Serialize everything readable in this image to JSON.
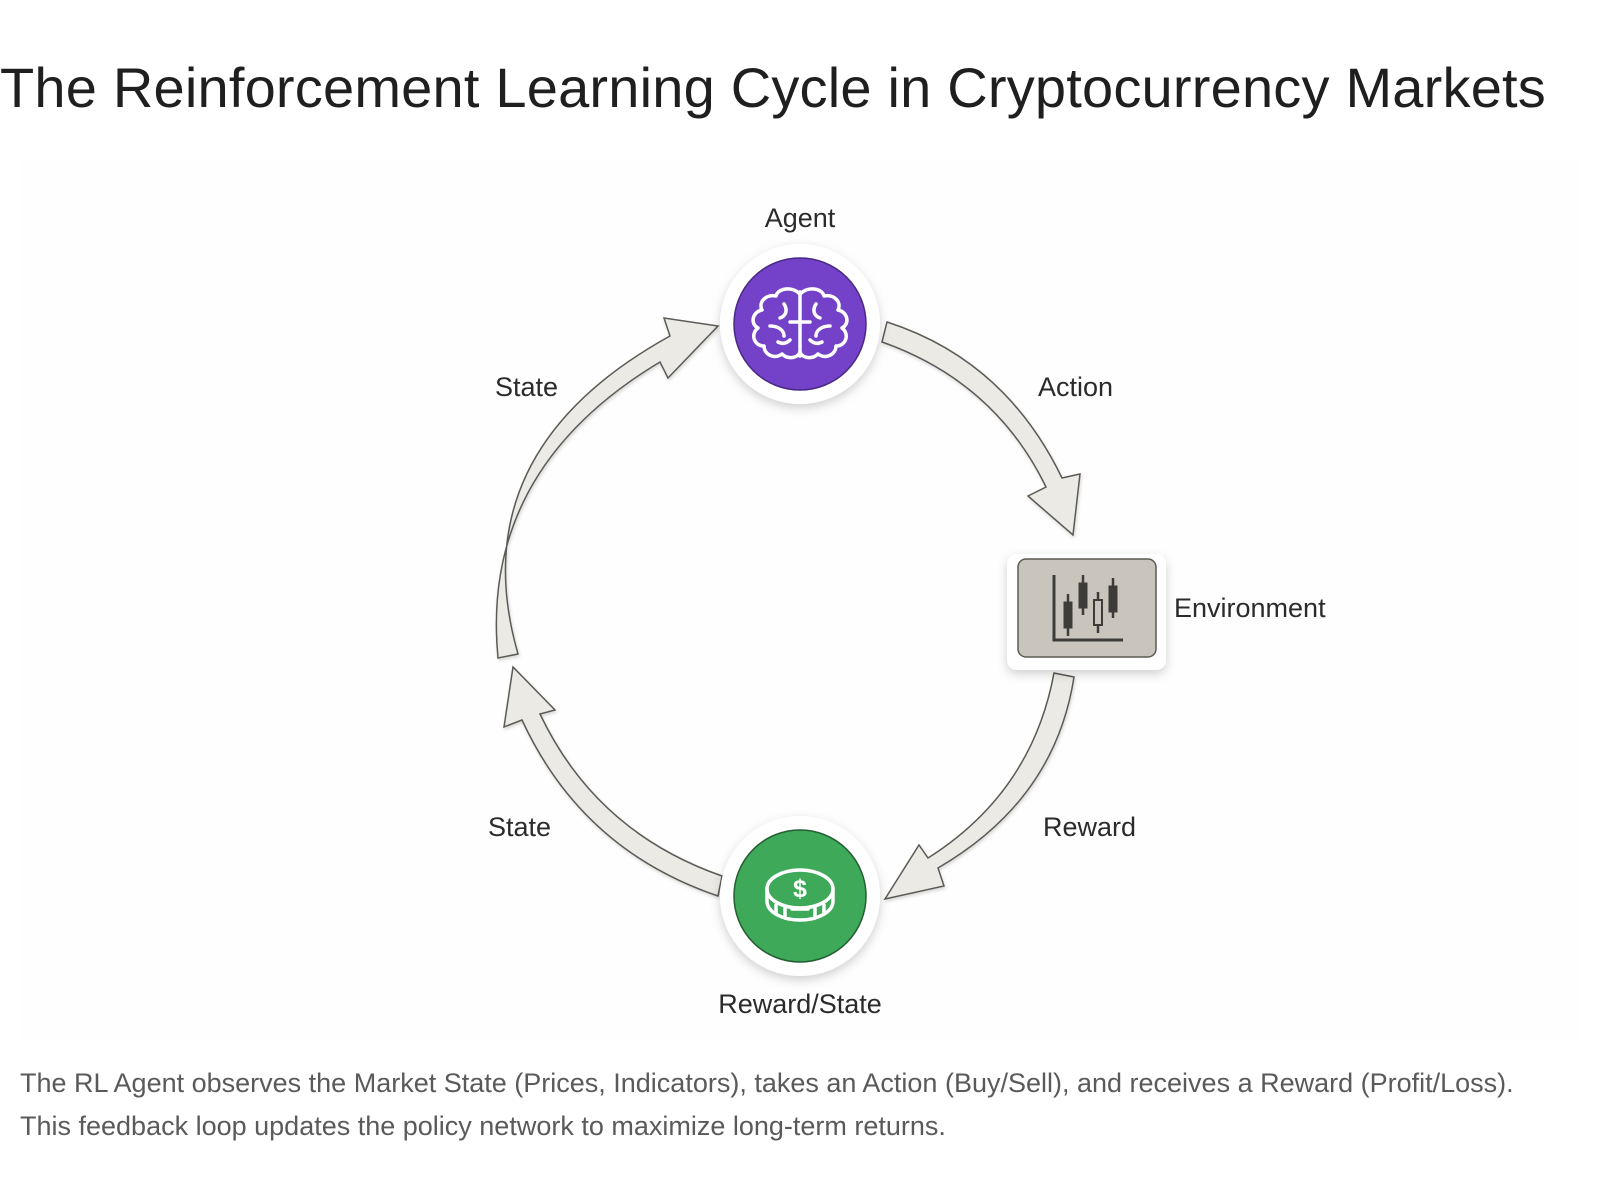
{
  "title": "The Reinforcement Learning Cycle in Cryptocurrency Markets",
  "diagram": {
    "type": "cycle",
    "nodes": [
      {
        "id": "agent",
        "label": "Agent",
        "icon": "brain-icon",
        "color": "#7442c8"
      },
      {
        "id": "environment",
        "label": "Environment",
        "icon": "candlestick-chart-icon",
        "color": "#c9c5bd"
      },
      {
        "id": "reward",
        "label": "Reward/State",
        "icon": "coin-dollar-icon",
        "color": "#3fa95a"
      }
    ],
    "edges": [
      {
        "from": "agent",
        "to": "environment",
        "label": "Action"
      },
      {
        "from": "environment",
        "to": "reward",
        "label": "Reward"
      },
      {
        "from": "reward",
        "to": "agent",
        "label": "State",
        "segment": "lower"
      },
      {
        "from": "reward",
        "to": "agent",
        "label": "State",
        "segment": "upper"
      }
    ],
    "arrow_fill": "#eceae4",
    "arrow_stroke": "#5c5a55"
  },
  "caption": "The RL Agent observes the Market State (Prices, Indicators), takes an Action (Buy/Sell), and receives a Reward (Profit/Loss). This feedback loop updates the policy network to maximize long-term returns."
}
